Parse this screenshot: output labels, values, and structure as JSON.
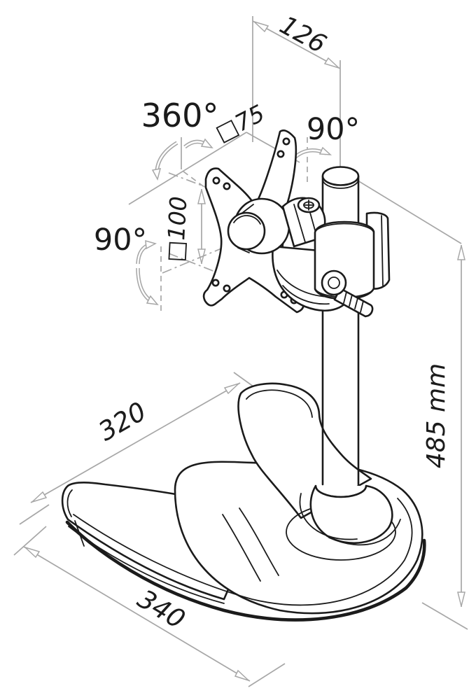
{
  "colors": {
    "background": "#ffffff",
    "object_line": "#1b1b1b",
    "dimension_line": "#a7a7a7"
  },
  "labels": {
    "dim_126": "126",
    "vesa_75": "□75",
    "rot_360": "360°",
    "swivel_90_right": "90°",
    "vesa_100": "□100",
    "tilt_90_left": "90°",
    "dim_320": "320",
    "height_485": "485 mm",
    "dim_340": "340"
  }
}
